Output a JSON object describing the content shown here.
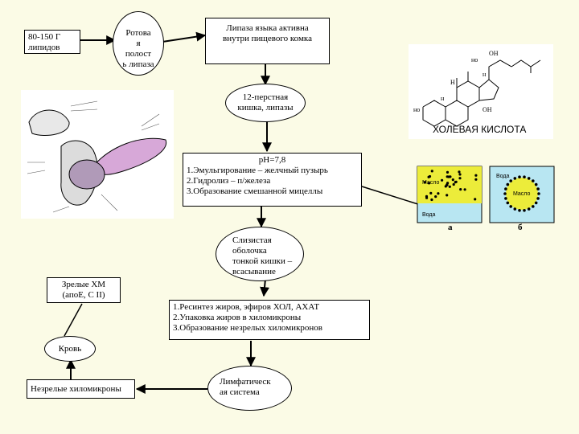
{
  "nodes": {
    "lipids_amount": [
      "80-150 Г",
      "липидов"
    ],
    "oral_lipase": [
      "Ротова",
      "я",
      "полост",
      "ь липаза"
    ],
    "tongue_lipase": [
      "Липаза языка активна",
      "внутри пищевого комка"
    ],
    "duodenum": [
      "12-перстная",
      "кишка, липазы"
    ],
    "ph_stage": {
      "title": "pH=7,8",
      "steps": [
        "1.Эмульгирование – желчный пузырь",
        "2.Гидролиз – п/железа",
        "3.Образование смешанной мицеллы"
      ]
    },
    "mucosa": [
      "Слизистая",
      "оболочка",
      "тонкой кишки –",
      "всасывание"
    ],
    "mature_chylomicrons": [
      "Зрелые ХМ",
      "(апоЕ, С II)"
    ],
    "resynthesis": [
      "1.Ресинтез жиров, эфиров ХОЛ, АХАТ",
      "2.Упаковка жиров в хиломикроны",
      "3.Образование незрелых хиломикронов"
    ],
    "blood": "Кровь",
    "immature_chylomicrons": "Незрелые хиломикроны",
    "lymph": [
      "Лимфатическ",
      "ая система"
    ]
  },
  "figures": {
    "bile_acid_caption": "ХОЛЕВАЯ КИСЛОТА",
    "bile_acid_atoms": [
      "но",
      "OH",
      "н",
      "H",
      "н",
      "но",
      "OH"
    ],
    "emulsion_labels": {
      "oil_a": "Масло",
      "water_a": "Вода",
      "oil_b": "Масло",
      "water_b": "Вода",
      "a": "а",
      "b": "б"
    }
  },
  "colors": {
    "background": "#fbfbe6",
    "oil_yellow": "#ecec3a",
    "water_cyan": "#b8e6f2",
    "pancreas_pink": "#d7a8d8"
  }
}
